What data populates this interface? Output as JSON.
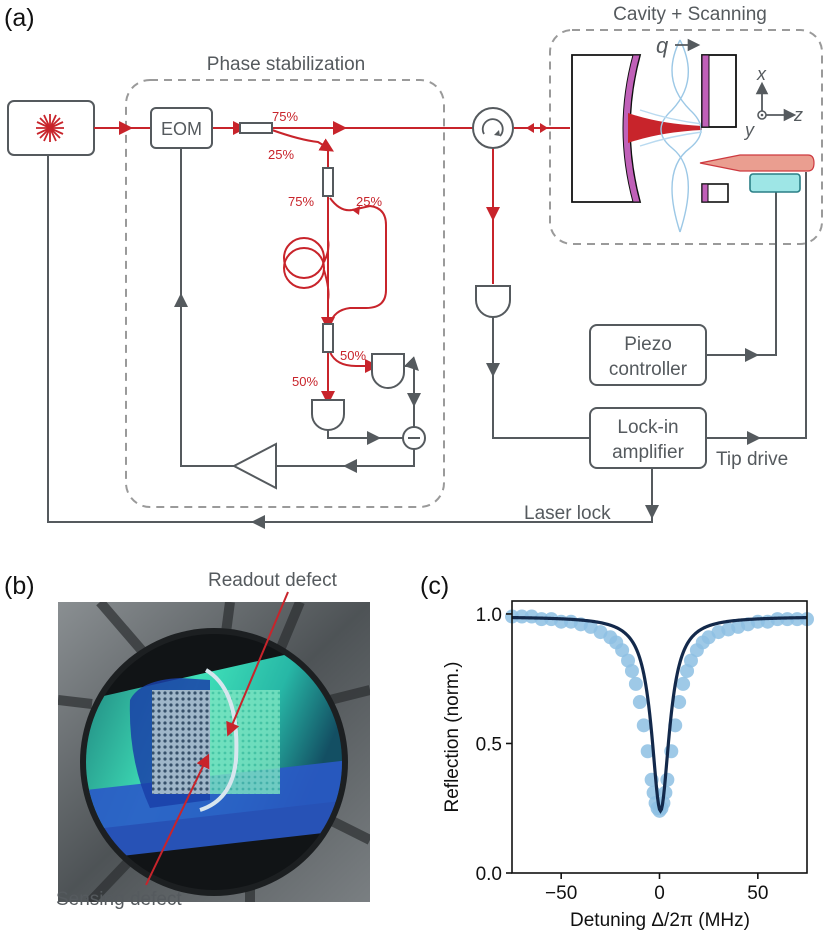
{
  "panel_labels": {
    "a": "(a)",
    "b": "(b)",
    "c": "(c)"
  },
  "diagram": {
    "group_phase": "Phase stabilization",
    "group_cavity": "Cavity + Scanning",
    "eom": "EOM",
    "piezo_line1": "Piezo",
    "piezo_line2": "controller",
    "lockin_line1": "Lock-in",
    "lockin_line2": "amplifier",
    "tip_drive": "Tip drive",
    "laser_lock": "Laser lock",
    "split_75a": "75%",
    "split_25a": "25%",
    "split_75b": "75%",
    "split_25b": "25%",
    "split_50a": "50%",
    "split_50b": "50%",
    "q_label": "q",
    "axis_x": "x",
    "axis_y": "y",
    "axis_z": "z",
    "colors": {
      "laser_path": "#c8242b",
      "electrical": "#555a5e",
      "mirror_coating": "#c060b8",
      "tip": "#e89484",
      "piezo": "#9ee6e6"
    }
  },
  "photo": {
    "readout_label": "Readout defect",
    "sensing_label": "Sensing defect"
  },
  "chart_data": {
    "type": "line",
    "title": "",
    "xlabel": "Detuning Δ/2π (MHz)",
    "ylabel": "Reflection (norm.)",
    "xlim": [
      -75,
      75
    ],
    "ylim": [
      0.0,
      1.05
    ],
    "xticks": [
      -50,
      0,
      50
    ],
    "xtick_labels": [
      "−50",
      "0",
      "50"
    ],
    "yticks": [
      0.0,
      0.5,
      1.0
    ],
    "ytick_labels": [
      "0.0",
      "0.5",
      "1.0"
    ],
    "grid": false,
    "series": [
      {
        "kind": "scatter",
        "color": "#8dc0e3",
        "x": [
          -75,
          -70,
          -65,
          -60,
          -55,
          -50,
          -45,
          -40,
          -35,
          -30,
          -25,
          -22,
          -19,
          -16,
          -14,
          -12,
          -10,
          -8,
          -6,
          -4,
          -3,
          -2,
          -1,
          0,
          1,
          2,
          3,
          4,
          6,
          8,
          10,
          12,
          14,
          16,
          19,
          22,
          25,
          30,
          35,
          40,
          45,
          50,
          55,
          60,
          65,
          70,
          75
        ],
        "y": [
          0.99,
          0.99,
          0.99,
          0.98,
          0.98,
          0.97,
          0.97,
          0.96,
          0.95,
          0.93,
          0.91,
          0.89,
          0.86,
          0.82,
          0.78,
          0.73,
          0.66,
          0.57,
          0.47,
          0.36,
          0.31,
          0.27,
          0.25,
          0.24,
          0.25,
          0.27,
          0.31,
          0.36,
          0.47,
          0.57,
          0.66,
          0.73,
          0.78,
          0.82,
          0.86,
          0.89,
          0.91,
          0.93,
          0.94,
          0.95,
          0.96,
          0.97,
          0.97,
          0.98,
          0.98,
          0.98,
          0.98
        ]
      },
      {
        "kind": "line",
        "color": "#13294b",
        "model": "lorentzian",
        "baseline": 0.99,
        "depth": 0.75,
        "center": 0.5,
        "hwhm": 5.5
      }
    ]
  }
}
